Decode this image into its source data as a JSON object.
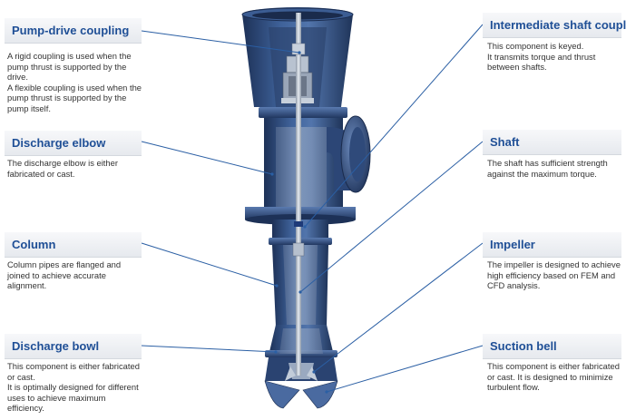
{
  "callouts": {
    "pump_drive_coupling": {
      "title": "Pump-drive coupling",
      "lines": [
        "A rigid coupling is used when the pump thrust is supported by the drive.",
        "A flexible coupling is used when the pump thrust is supported by the pump itself."
      ]
    },
    "discharge_elbow": {
      "title": "Discharge elbow",
      "lines": [
        "The discharge elbow is either fabricated or cast."
      ]
    },
    "column": {
      "title": "Column",
      "lines": [
        "Column pipes are flanged and joined to achieve accurate alignment."
      ]
    },
    "discharge_bowl": {
      "title": "Discharge bowl",
      "lines": [
        "This component is either fabricated or cast.",
        "It is optimally designed for different uses to achieve maximum efficiency."
      ]
    },
    "intermediate_shaft_coupling": {
      "title": "Intermediate shaft coupling",
      "lines": [
        "This component is keyed.",
        "It transmits torque and thrust between shafts."
      ]
    },
    "shaft": {
      "title": "Shaft",
      "lines": [
        "The shaft has sufficient strength against the maximum torque."
      ]
    },
    "impeller": {
      "title": "Impeller",
      "lines": [
        "The impeller is designed to achieve high efficiency based on FEM and CFD analysis."
      ]
    },
    "suction_bell": {
      "title": "Suction bell",
      "lines": [
        "This component is either fabricated or cast. It is designed to minimize turbulent flow."
      ]
    }
  },
  "colors": {
    "accent": "#1f4f96",
    "leader": "#2b5fa4",
    "body_dark": "#22375f",
    "body_mid": "#3a5a8e",
    "body_light": "#6f8fc0",
    "inner": "#8aa0bf"
  }
}
